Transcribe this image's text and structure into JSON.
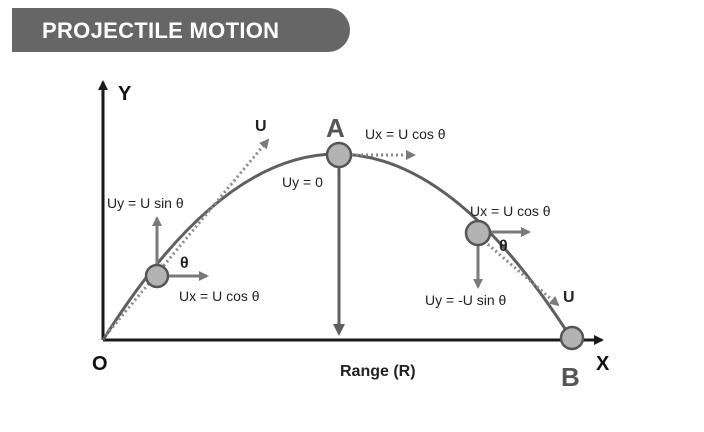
{
  "banner": {
    "title": "PROJECTILE MOTION"
  },
  "axes": {
    "y_label": "Y",
    "x_label": "X",
    "origin_label": "O",
    "range_label": "Range (R)"
  },
  "points": {
    "apex_label": "A",
    "landing_label": "B"
  },
  "launch": {
    "velocity_label": "U",
    "uy_label": "Uy = U sin θ",
    "ux_label": "Ux = U cos θ",
    "angle_label": "θ"
  },
  "apex": {
    "ux_label": "Ux = U cos θ",
    "uy_label": "Uy = 0"
  },
  "descent": {
    "ux_label": "Ux = U cos θ",
    "uy_label": "Uy = -U sin θ",
    "angle_label": "θ",
    "velocity_label": "U"
  },
  "colors": {
    "banner": "#666666",
    "curve": "#5f5f5f",
    "ball_fill": "#b3b3b3",
    "ball_stroke": "#555555",
    "axis": "#1a1a1a",
    "dotted_arrow": "#8a8a8a"
  },
  "icons": {
    "ball": "circle",
    "arrow": "arrow-head"
  }
}
